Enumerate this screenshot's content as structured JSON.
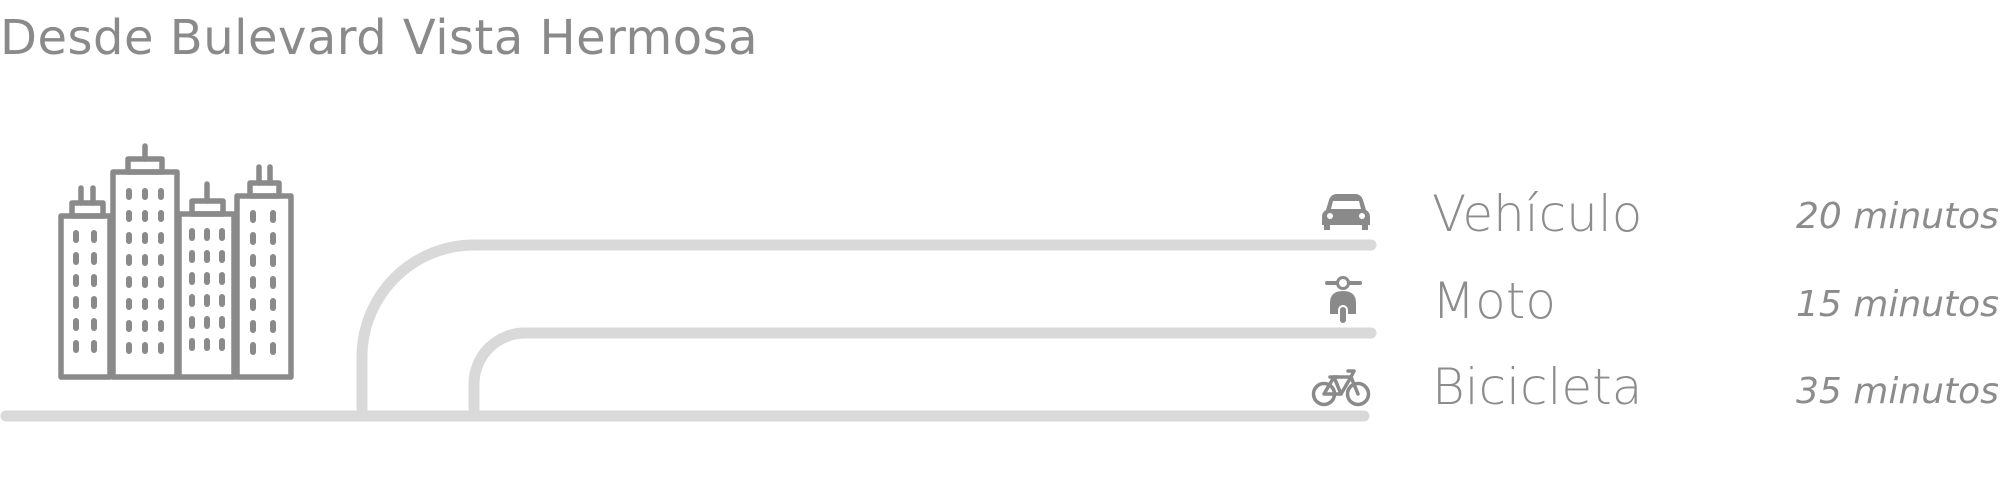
{
  "header": {
    "title": "Desde Bulevard Vista Hermosa"
  },
  "colors": {
    "text": "#8a8a8a",
    "icon": "#8a8a8a",
    "road": "#d9d9d9"
  },
  "routes": [
    {
      "mode": "Vehículo",
      "time": "20 minutos",
      "icon": "car-icon"
    },
    {
      "mode": "Moto",
      "time": "15 minutos",
      "icon": "scooter-icon"
    },
    {
      "mode": "Bicicleta",
      "time": "35 minutos",
      "icon": "bicycle-icon"
    }
  ],
  "illustration": {
    "icon": "buildings-icon"
  }
}
